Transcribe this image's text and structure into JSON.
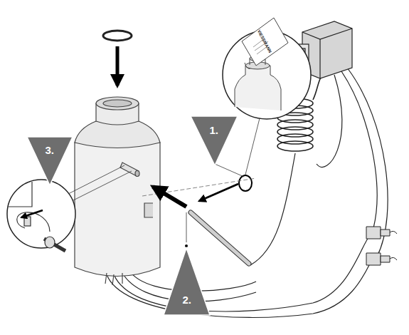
{
  "diagram": {
    "labels": [
      "1.",
      "2.",
      "3.",
      "VIESSMANN"
    ]
  }
}
